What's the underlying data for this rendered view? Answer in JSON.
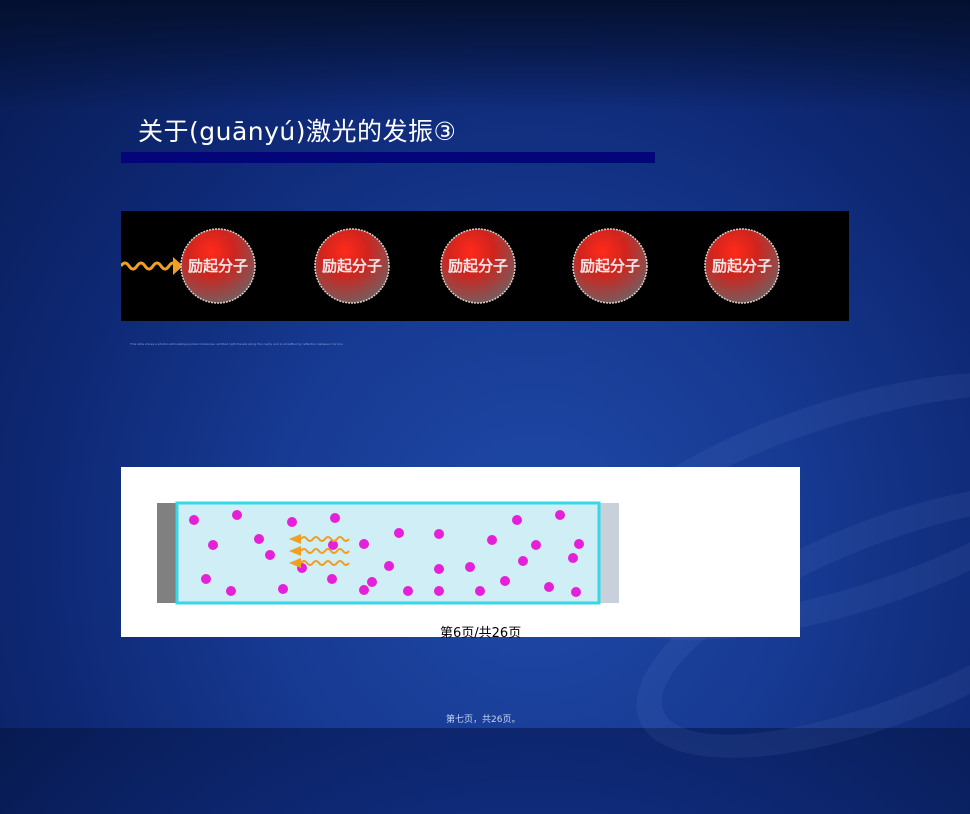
{
  "slide": {
    "title": "关于(guānyú)激光的发振③",
    "accent_bar_color": "#05057a"
  },
  "animation_top": {
    "molecule_label": "励起分子",
    "molecules": [
      "励起分子",
      "励起分子",
      "励起分子",
      "励起分子",
      "励起分子"
    ],
    "molecule_color": "#e01818"
  },
  "note_small": "This slide shows a photon stimulating excited molecules; emitted light travels along the cavity and is amplified by reflection between mirrors.",
  "animation_cavity": {
    "particle_color": "#e61fd8",
    "photon_color": "#f0a020",
    "cavity_border_color": "#35d8e6",
    "photon_count": 3,
    "particle_count": 34
  },
  "page": {
    "counter": "第6页/共26页",
    "footer": "第七页，共26页。"
  }
}
